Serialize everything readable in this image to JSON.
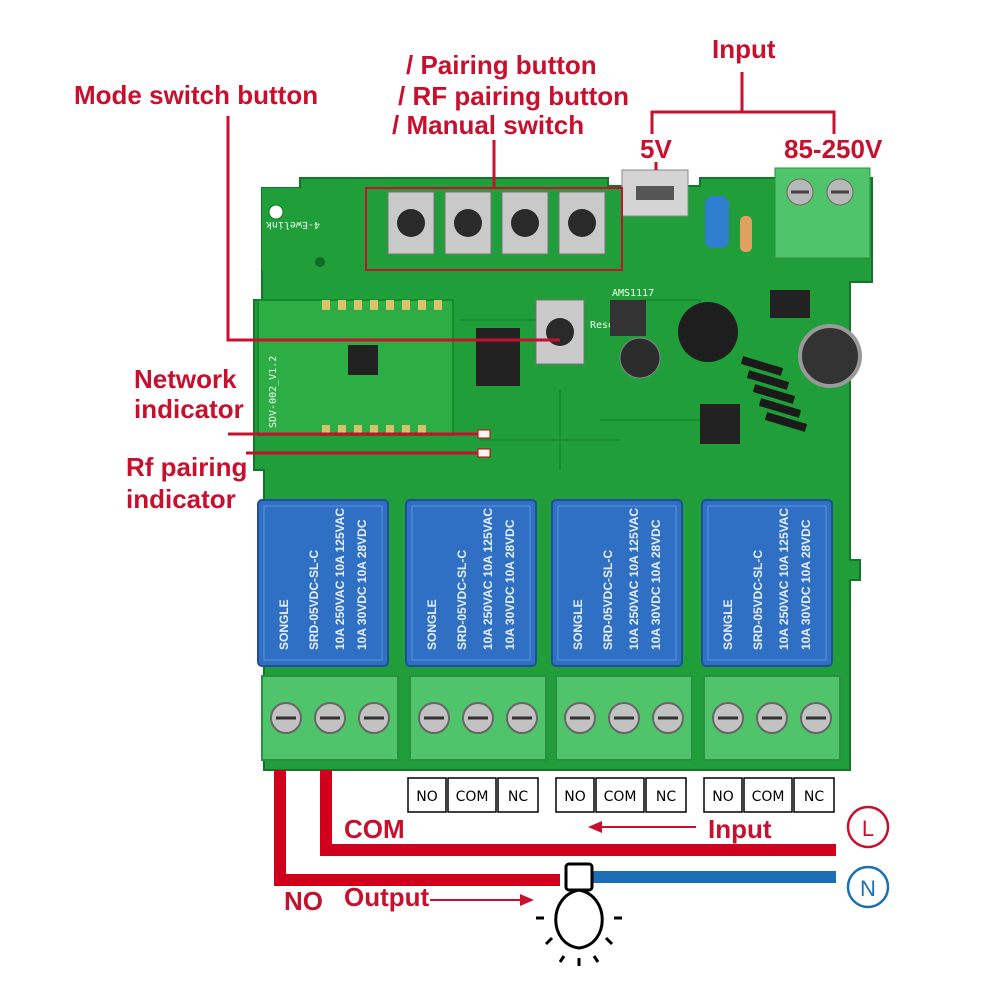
{
  "labels": {
    "pairing_button": "/ Pairing button",
    "rf_pairing_button": "/ RF pairing button",
    "manual_switch": "/ Manual switch",
    "mode_switch_button": "Mode switch button",
    "input_top": "Input",
    "v5": "5V",
    "v85_250": "85-250V",
    "network_indicator_1": "Network",
    "network_indicator_2": "indicator",
    "rf_pairing_indicator_1": "Rf pairing",
    "rf_pairing_indicator_2": "indicator",
    "com": "COM",
    "no": "NO",
    "output": "Output",
    "input_bottom": "Input",
    "live": "L",
    "neutral": "N"
  },
  "board": {
    "silk_module": "SDV-002_V1.2",
    "silk_ewelink": "4-Ewelink",
    "reset": "Reset",
    "regulator": "AMS1117"
  },
  "relays": [
    {
      "brand": "SONGLE",
      "model": "SRD-05VDC-SL-C",
      "rating1": "10A 250VAC 10A 125VAC",
      "rating2": "10A 30VDC 10A 28VDC"
    },
    {
      "brand": "SONGLE",
      "model": "SRD-05VDC-SL-C",
      "rating1": "10A 250VAC 10A 125VAC",
      "rating2": "10A 30VDC 10A 28VDC"
    },
    {
      "brand": "SONGLE",
      "model": "SRD-05VDC-SL-C",
      "rating1": "10A 250VAC 10A 125VAC",
      "rating2": "10A 30VDC 10A 28VDC"
    },
    {
      "brand": "SONGLE",
      "model": "SRD-05VDC-SL-C",
      "rating1": "10A 250VAC 10A 125VAC",
      "rating2": "10A 30VDC 10A 28VDC"
    }
  ],
  "terminals": [
    [
      "NO",
      "COM",
      "NC"
    ],
    [
      "NO",
      "COM",
      "NC"
    ],
    [
      "NO",
      "COM",
      "NC"
    ]
  ],
  "colors": {
    "annotation": "#c8102e",
    "neutral_wire": "#1c6fb5",
    "pcb": "#1f9e3a",
    "relay": "#2f6fc4",
    "terminal_block": "#4fc46a"
  }
}
